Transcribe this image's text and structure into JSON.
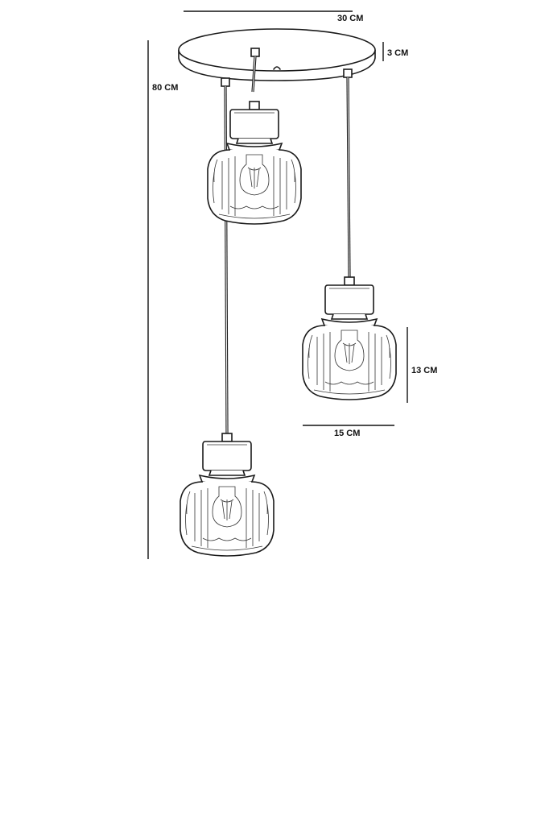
{
  "dimensions": {
    "canopy_width": "30 CM",
    "canopy_height": "3 CM",
    "total_height": "80 CM",
    "shade_height": "13 CM",
    "shade_width": "15 CM"
  },
  "colors": {
    "ink": "#1a1a1a",
    "background": "#ffffff"
  }
}
